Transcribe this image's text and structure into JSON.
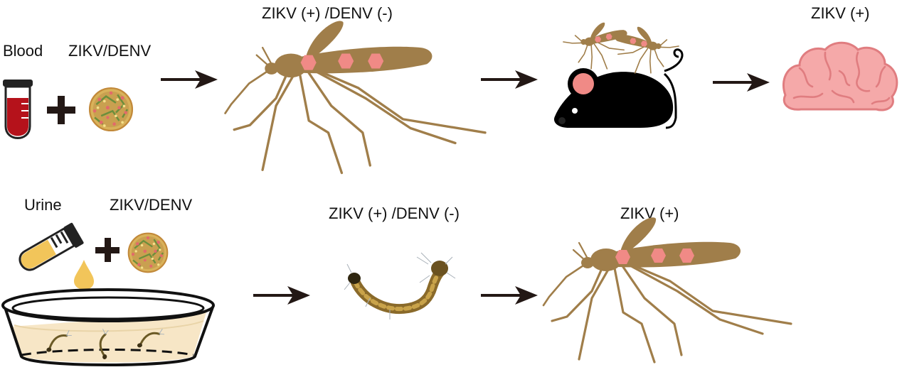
{
  "top_row": {
    "blood_label": "Blood",
    "virus_label": "ZIKV/DENV",
    "mosquito_label": "ZIKV (+) /DENV (-)",
    "brain_label": "ZIKV (+)"
  },
  "bottom_row": {
    "urine_label": "Urine",
    "virus_label": "ZIKV/DENV",
    "larva_label": "ZIKV (+) /DENV (-)",
    "mosquito_label": "ZIKV (+)"
  },
  "colors": {
    "mosquito_body": "#a07e4a",
    "virus_marker": "#f08a86",
    "blood": "#b5121b",
    "urine": "#f2c55a",
    "brain": "#f5a9a9",
    "mouse": "#000000",
    "mouse_ear": "#f08a86",
    "arrow": "#231815"
  },
  "icons": [
    "test-tube-icon",
    "plus-icon",
    "virus-icon",
    "arrow-icon",
    "mosquito-icon",
    "mouse-icon",
    "brain-icon",
    "larva-icon",
    "basin-icon"
  ]
}
